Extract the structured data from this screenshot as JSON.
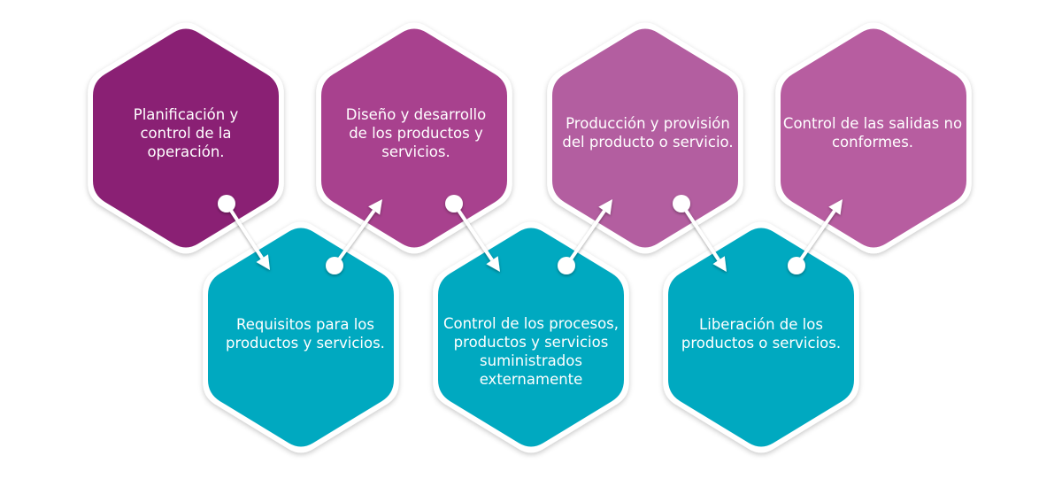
{
  "steps": {
    "s1": {
      "label": "Planificación y\ncontrol de la\noperación.",
      "color": "#8a2074"
    },
    "s2": {
      "label": "Diseño y desarrollo\nde los productos y\nservicios.",
      "color": "#a8418e"
    },
    "s3": {
      "label": "Producción y provisión\ndel producto o servicio.",
      "color": "#b35ea0"
    },
    "s4": {
      "label": "Control de las salidas no\nconformes.",
      "color": "#b75da0"
    },
    "r1": {
      "label": "Requisitos para los\nproductos y servicios.",
      "color": "#00a9c0"
    },
    "r2": {
      "label": "Control de los procesos,\nproductos y servicios\nsuministrados\nexternamente",
      "color": "#00a9c0"
    },
    "r3": {
      "label": "Liberación de los\nproductos o servicios.",
      "color": "#00a9c0"
    }
  },
  "connector_color": "#ffffff"
}
